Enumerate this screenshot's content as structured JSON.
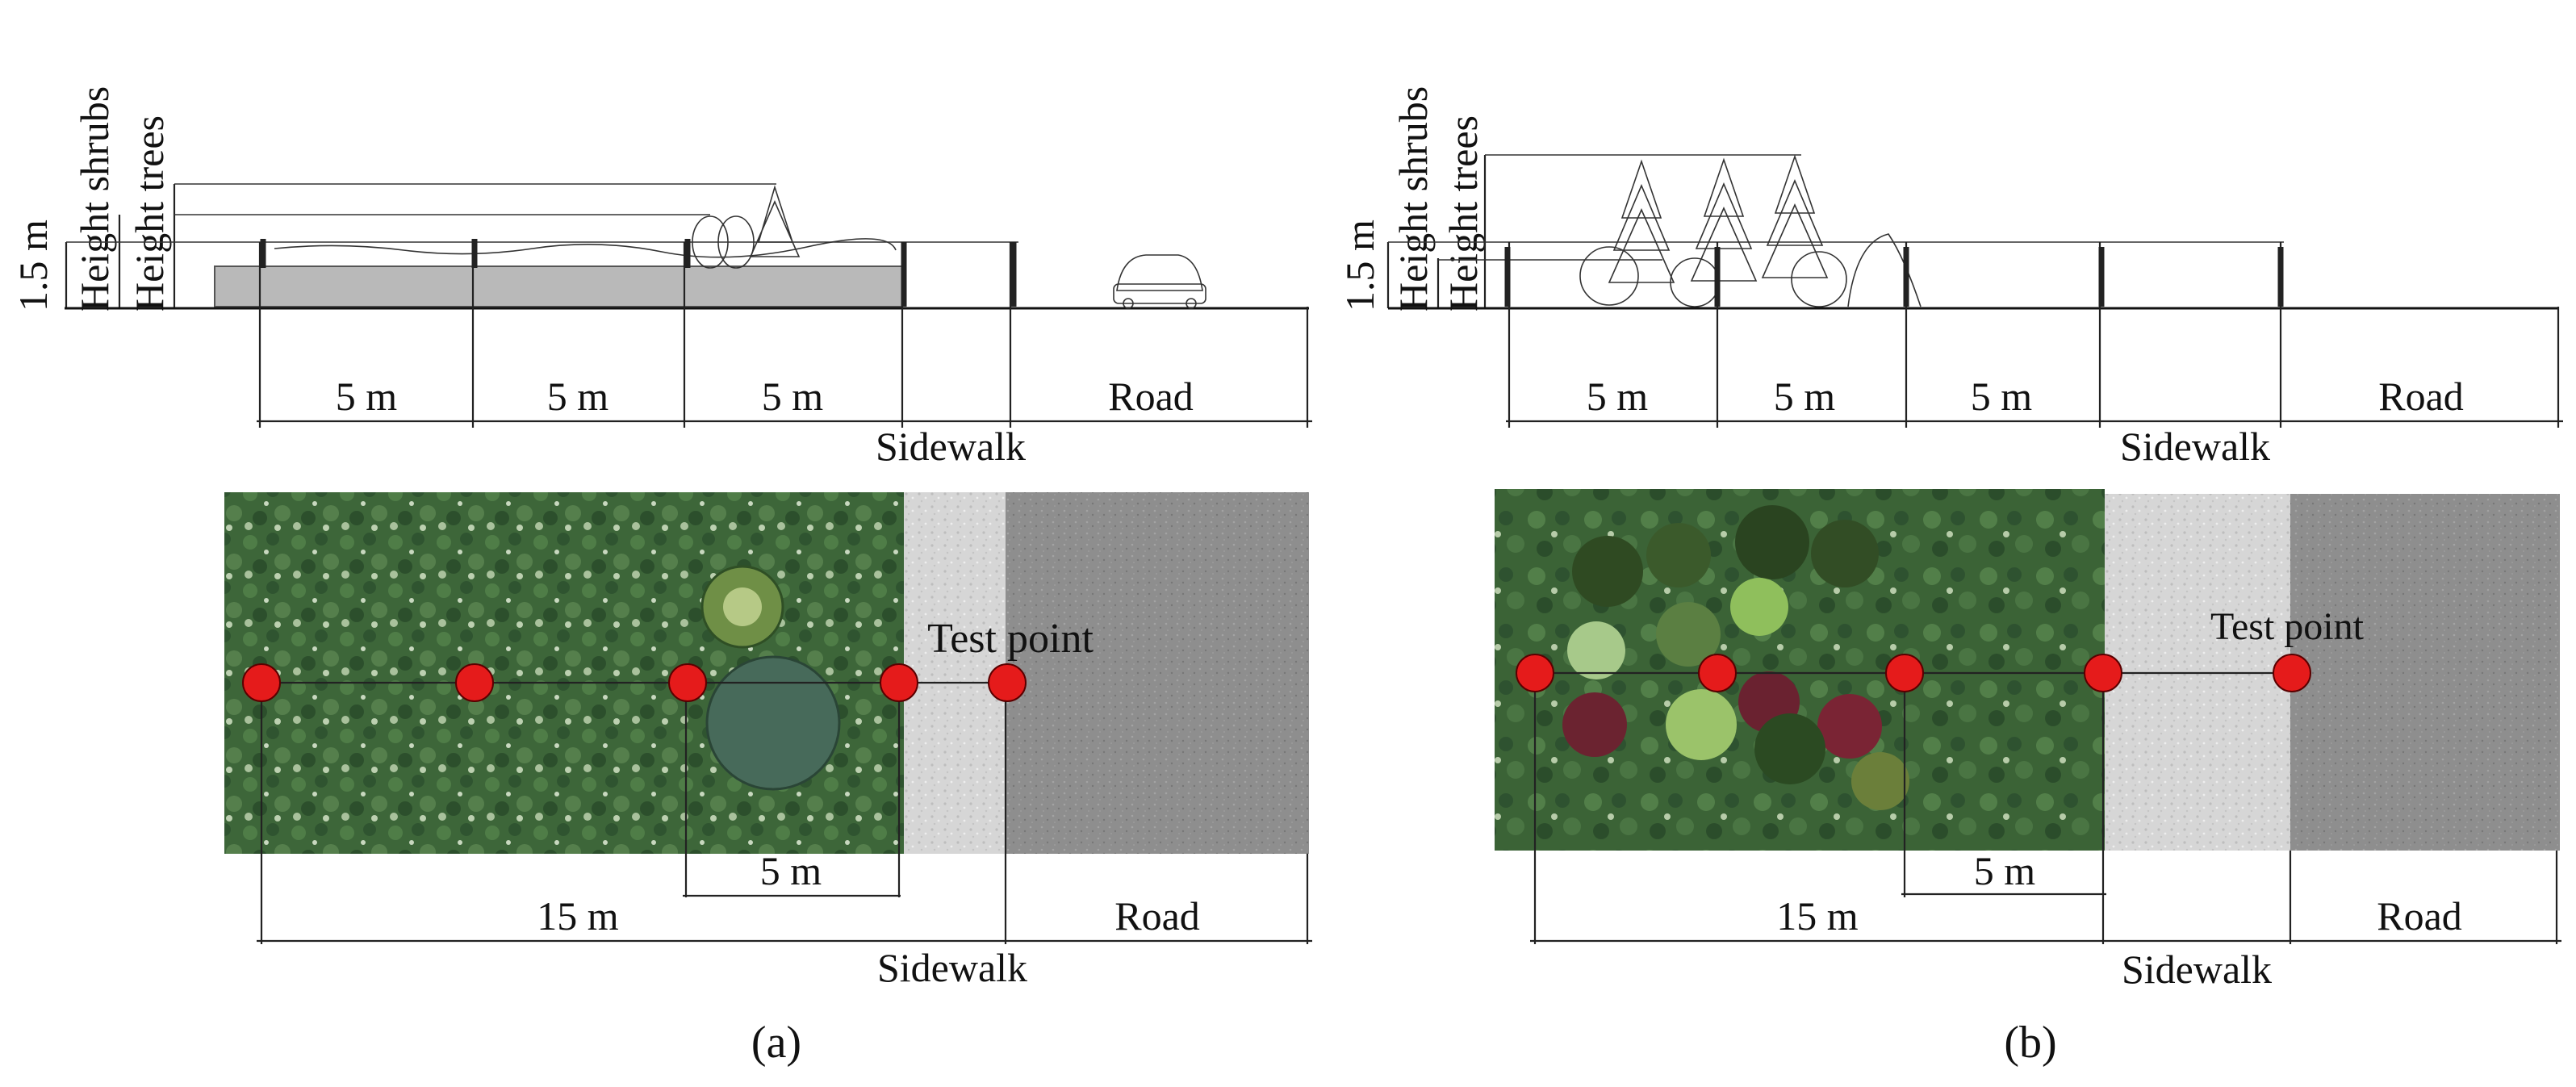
{
  "panels": [
    {
      "id": "a",
      "caption": "(a)",
      "section_labels": {
        "height_shrubs": "Height shrubs",
        "height_trees": "Height trees",
        "height_1_5": "1.5 m",
        "seg1": "5 m",
        "seg2": "5 m",
        "seg3": "5 m",
        "sidewalk": "Sidewalk",
        "road": "Road"
      },
      "plan_labels": {
        "test_point": "Test point",
        "span_5m": "5 m",
        "span_15m": "15 m",
        "sidewalk": "Sidewalk",
        "road": "Road"
      },
      "test_points_count": 5
    },
    {
      "id": "b",
      "caption": "(b)",
      "section_labels": {
        "height_shrubs": "Height shrubs",
        "height_trees": "Height trees",
        "height_1_5": "1.5 m",
        "seg1": "5 m",
        "seg2": "5 m",
        "seg3": "5 m",
        "sidewalk": "Sidewalk",
        "road": "Road"
      },
      "plan_labels": {
        "test_point": "Test point",
        "span_5m": "5 m",
        "span_15m": "15 m",
        "sidewalk": "Sidewalk",
        "road": "Road"
      },
      "test_points_count": 5
    }
  ],
  "colors": {
    "test_point": "#e51b1b",
    "vegetation": "#3f6b3a",
    "sidewalk": "#d3d3d3",
    "road": "#8c8c8c",
    "planter": "#b8b8b8"
  }
}
